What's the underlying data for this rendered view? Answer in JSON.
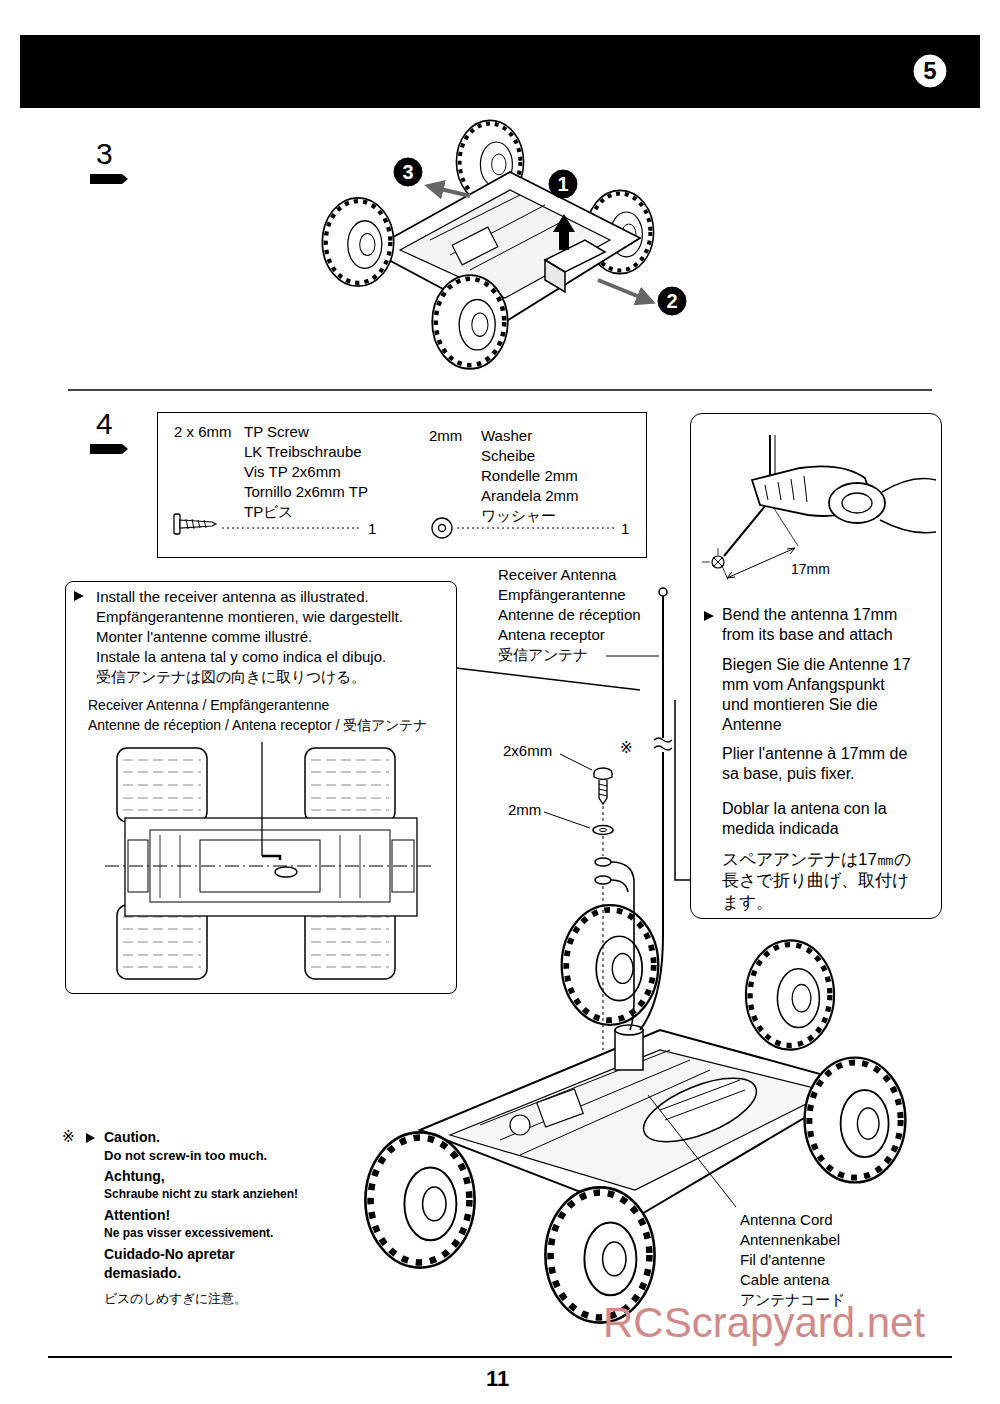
{
  "diagram": {
    "nodes": [
      {
        "text": [
          "5"
        ]
      },
      {
        "text": [
          "3"
        ]
      },
      {
        "text": [
          "1"
        ]
      },
      {
        "text": [
          "2"
        ]
      },
      {
        "text": [
          "2 x 6mm",
          "TP Screw",
          "LK Treibschraube",
          "Vis TP 2x6mm",
          "Tornillo 2x6mm TP",
          "TPビス",
          "1",
          "2mm",
          "Washer",
          "Scheibe",
          "Rondelle 2mm",
          "Arandela 2mm",
          "ワッシャー",
          "1"
        ]
      },
      {
        "text": [
          "Install the receiver antenna as illustrated.",
          "Empfängerantenne montieren, wie dargestellt.",
          "Monter l'antenne comme illustré.",
          "Instale la antena tal y como indica el dibujo.",
          "受信アンテナは図の向きに取りつける。",
          "Receiver Antenna / Empfängerantenne",
          "Antenne de réception / Antena receptor / 受信アンテナ"
        ]
      },
      {
        "text": [
          "17mm",
          "Bend the antenna 17mm from its base and attach",
          "Biegen Sie die Antenne 17 mm vom Anfangspunkt und montieren Sie die Antenne",
          "Plier l'antenne à 17mm de sa base, puis fixer.",
          "Doblar la antena con la medida indicada",
          "スペアアンテナは17㎜の長さで折り曲げ、取付けます。"
        ]
      }
    ],
    "labels": [
      "3",
      "4",
      "Receiver Antenna",
      "Empfängerantenne",
      "Antenne de réception",
      "Antena receptor",
      "受信アンテナ",
      "2x6mm",
      "※",
      "2mm",
      "Antenna Cord",
      "Antennenkabel",
      "Fil d'antenne",
      "Cable antena",
      "アンテナコード",
      "※",
      "Caution.",
      "Do not screw-in too much.",
      "Achtung,",
      "Schraube nicht zu stark anziehen!",
      "Attention!",
      "Ne pas visser excessivement.",
      "Cuidado-No apretar demasiado.",
      "ビスのしめすぎに注意。",
      "11",
      "RCScrapyard.net"
    ]
  }
}
